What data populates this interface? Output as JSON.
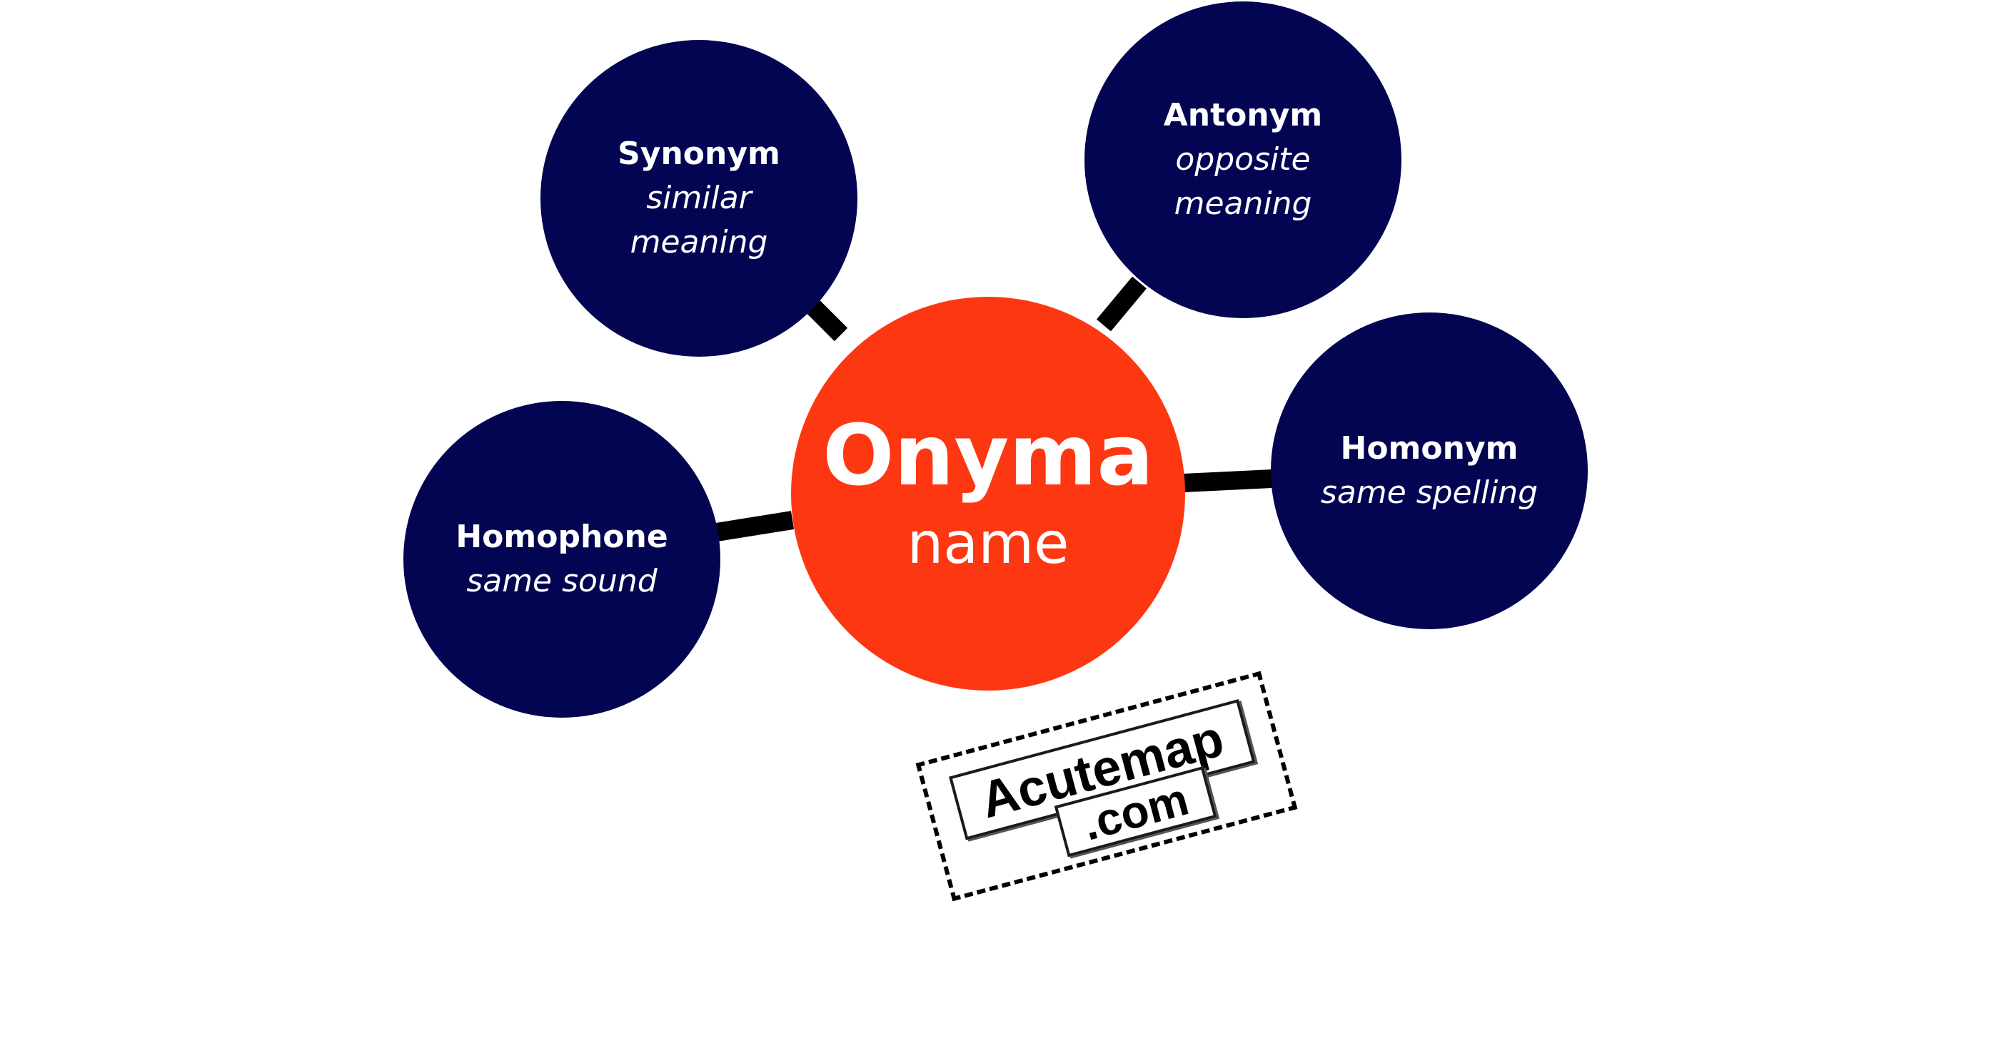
{
  "colors": {
    "background": "#ffffff",
    "satellite_fill": "#030452",
    "center_fill": "#fd3711",
    "text": "#ffffff",
    "connector": "#000000"
  },
  "center": {
    "term": "Onyma",
    "meaning": "name"
  },
  "nodes": [
    {
      "id": "synonym",
      "term": "Synonym",
      "meaning": "similar\nmeaning"
    },
    {
      "id": "antonym",
      "term": "Antonym",
      "meaning": "opposite\nmeaning"
    },
    {
      "id": "homonym",
      "term": "Homonym",
      "meaning": "same spelling"
    },
    {
      "id": "homophone",
      "term": "Homophone",
      "meaning": "same sound"
    }
  ],
  "watermark": {
    "line1": "Acutemap",
    "line2": ".com"
  }
}
